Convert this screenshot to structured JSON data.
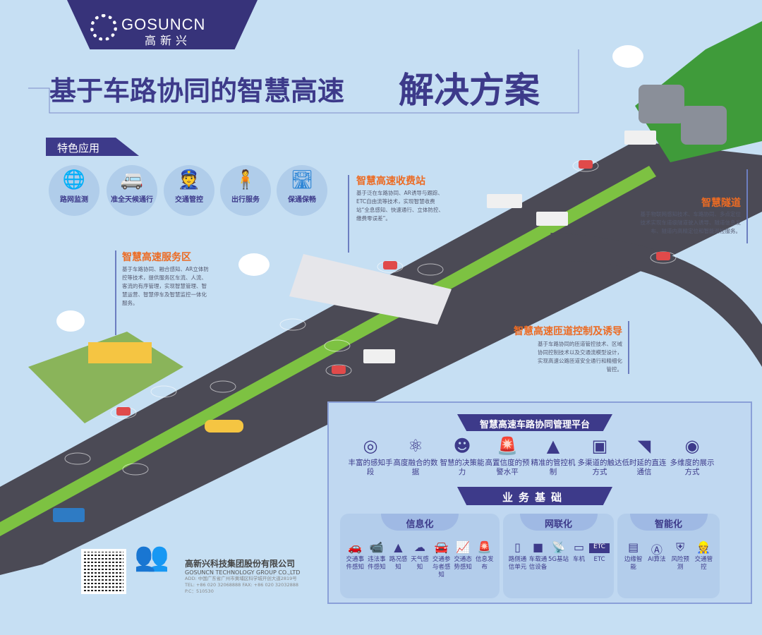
{
  "brand": {
    "name_en": "GOSUNCN",
    "name_cn": "高新兴"
  },
  "title": {
    "main": "基于车路协同的智慧高速",
    "emphasis": "解决方案"
  },
  "features": {
    "tag": "特色应用",
    "items": [
      {
        "label": "路网监测",
        "icon": "globe-icon"
      },
      {
        "label": "准全天候通行",
        "icon": "vehicles-icon"
      },
      {
        "label": "交通管控",
        "icon": "police-icon"
      },
      {
        "label": "出行服务",
        "icon": "traveler-icon"
      },
      {
        "label": "保通保畅",
        "icon": "road-sign-icon"
      }
    ]
  },
  "callouts": {
    "toll": {
      "title": "智慧高速收费站",
      "desc": "基于泛在车路协同、AR诱导与跟踪、ETC自由流等技术，实现智慧收费站“全息感知、快速通行、立体防控、缴费零误差”。"
    },
    "service": {
      "title": "智慧高速服务区",
      "desc": "基于车路协同、融合感知、AR立体防控等技术，提供服务区车流、人流、客流的有序管理，实现智慧管理、智慧运营、智慧停车及智慧监控一体化服务。"
    },
    "tunnel": {
      "title": "智慧隧道",
      "desc": "基于物联网感知技术、车路协同、多点定位技术实现车道级隧道驶入诱导、隧道信息发布、隧道内高精定位和智能巡检服务。"
    },
    "ramp": {
      "title": "智慧高速匝道控制及诱导",
      "desc": "基于车路协同的匝道管控技术、区域协同控制技术以及交通流模型设计，实现高速公路匝道安全通行和精细化管控。"
    }
  },
  "platform": {
    "title": "智慧高速车路协同管理平台",
    "items": [
      {
        "label": "丰富的感知手段",
        "icon": "ring-icon"
      },
      {
        "label": "高度融合的数据",
        "icon": "atom-icon"
      },
      {
        "label": "智慧的决策能力",
        "icon": "brain-icon"
      },
      {
        "label": "高置信度的预警水平",
        "icon": "alarm-icon"
      },
      {
        "label": "精准的管控机制",
        "icon": "cone-icon"
      },
      {
        "label": "多渠道的触达方式",
        "icon": "tablet-icon"
      },
      {
        "label": "低时延的直连通信",
        "icon": "wifi-icon"
      },
      {
        "label": "多维度的展示方式",
        "icon": "eye-icon"
      }
    ]
  },
  "business": {
    "title": "业务基础",
    "groups": [
      {
        "title": "信息化",
        "items": [
          {
            "label": "交通事件感知",
            "icon": "accident-icon"
          },
          {
            "label": "违法事件感知",
            "icon": "camera-icon"
          },
          {
            "label": "路况感知",
            "icon": "cone-icon"
          },
          {
            "label": "天气感知",
            "icon": "weather-icon"
          },
          {
            "label": "交通参与者感知",
            "icon": "car-icon"
          },
          {
            "label": "交通态势感知",
            "icon": "trend-icon"
          },
          {
            "label": "信息发布",
            "icon": "alert-icon"
          }
        ]
      },
      {
        "title": "网联化",
        "items": [
          {
            "label": "路侧通信单元",
            "icon": "rsu-icon"
          },
          {
            "label": "车载通信设备",
            "icon": "obu-icon"
          },
          {
            "label": "5G基站",
            "icon": "antenna-icon"
          },
          {
            "label": "车机",
            "icon": "screen-icon"
          },
          {
            "label": "ETC",
            "icon": "etc-icon"
          }
        ]
      },
      {
        "title": "智能化",
        "items": [
          {
            "label": "边缘智能",
            "icon": "server-icon"
          },
          {
            "label": "AI算法",
            "icon": "ai-icon"
          },
          {
            "label": "风险预测",
            "icon": "shield-icon"
          },
          {
            "label": "交通管控",
            "icon": "control-icon"
          }
        ]
      }
    ]
  },
  "company": {
    "name_cn": "高新兴科技集团股份有限公司",
    "name_en": "GOSUNCN TECHNOLOGY GROUP CO.,LTD",
    "address": "ADD: 中国广东省广州市黄埔区科学城开创大道2819号",
    "tel": "TEL: +86 020 32068888  FAX: +86 020 32032888",
    "postcode": "P.C：510530"
  }
}
